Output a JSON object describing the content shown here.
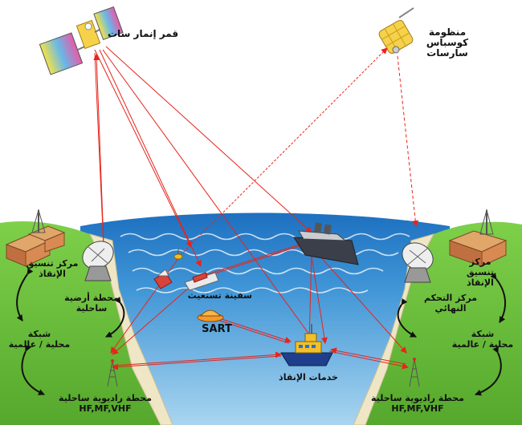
{
  "labels": {
    "inmarsat": "قمر إنمار سات",
    "cospas": [
      "منظومة",
      "كوسباس",
      "سارسات"
    ],
    "rcc_left": [
      "مركز تنسيق",
      "الإنقاذ"
    ],
    "rcc_right": [
      "مركز",
      "تنسيق",
      "الإنقاذ"
    ],
    "coast_earth_station": [
      "محطة أرضية",
      "ساحلية"
    ],
    "mission_control": [
      "مركز التحكم",
      "النهائي"
    ],
    "network_left": [
      "شبكة",
      "محلية / عالمية"
    ],
    "network_right": [
      "شبكة",
      "محلية / عالمية"
    ],
    "radio_left": [
      "محطة راديوية ساحلية",
      "HF,MF,VHF"
    ],
    "radio_right": [
      "محطة راديوية ساحلية",
      "HF,MF,VHF"
    ],
    "distress_ship": "سفينة تستغيث",
    "sart": "SART",
    "rescue_services": "خدمات الإنقاذ"
  },
  "colors": {
    "link_line": "#e8241c",
    "sea": "#4a9fd6",
    "land": "#6cbf3c",
    "cliff": "#efe6c6",
    "sky": "#ffffff"
  }
}
